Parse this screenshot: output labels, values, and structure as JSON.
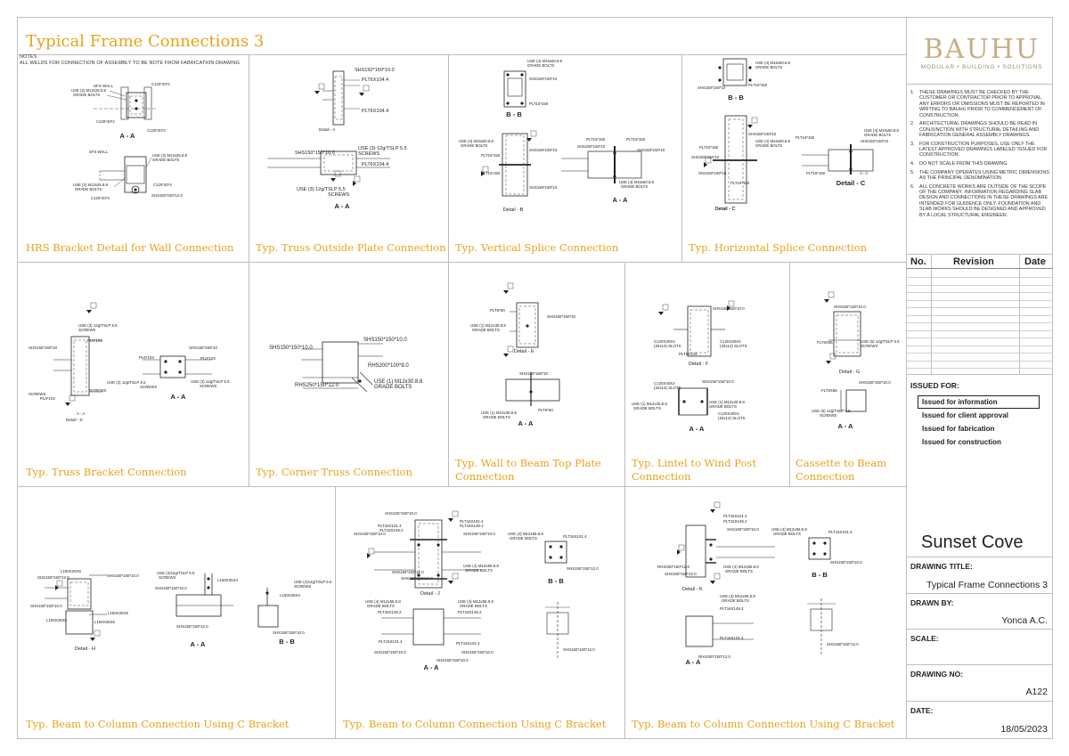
{
  "page_title": "Typical Frame Connections 3",
  "notes": {
    "heading": "NOTES",
    "text": "ALL WELDS FOR CONNECTION OF ASSEMBLY TO BE NOTE FROM FABRICATION DRAWING"
  },
  "panels": [
    {
      "caption": "HRS Bracket Detail for Wall Connection"
    },
    {
      "caption": "Typ. Truss Outside Plate Connection"
    },
    {
      "caption": "Typ. Vertical Splice Connection"
    },
    {
      "caption": "Typ. Horizontal Splice Connection"
    },
    {
      "caption": "Typ. Truss Bracket Connection"
    },
    {
      "caption": "Typ. Corner Truss Connection"
    },
    {
      "caption": "Typ. Wall to Beam Top Plate Connection"
    },
    {
      "caption": "Typ. Lintel to Wind Post Connection"
    },
    {
      "caption": "Cassette to Beam Connection"
    },
    {
      "caption": "Typ. Beam to Column Connection Using C Bracket"
    },
    {
      "caption": "Typ. Beam to Column Connection Using C Bracket"
    },
    {
      "caption": "Typ. Beam to Column Connection Using C Bracket"
    }
  ],
  "drawing_labels": {
    "p1": [
      "SFS WALL",
      "USE (2) M12x25.8.8",
      "GRADE BOLTS",
      "C120*40*4",
      "C120*40*4",
      "C120*40*4",
      "A - A",
      "SFS WALL",
      "USE (2) M12x25.8.8",
      "GRADE BOLTS",
      "USE (2) M12x25.8.8",
      "GRADE BOLTS",
      "C120*40*4",
      "C120*40*4",
      "SHS150*150*12.0"
    ],
    "p2": [
      "SHS150*150*10.0",
      "PLT6X104.4",
      "PLT6X104.4",
      "Detail - A",
      "USE (3) 12g/TSLP 5.5",
      "SCREWS",
      "SHS150*150*10.0",
      "PLT6X104.4",
      "USE (3) 12g/TSLP 5.5",
      "SCREWS",
      "A - A"
    ],
    "p3": [
      "USE (4) M16x60.8.8",
      "GRADE BOLTS",
      "SHS150*150*10",
      "PLT16*150",
      "B - B",
      "USE (4) M16x60.8.8",
      "GRADE BOLTS",
      "PLT16*150",
      "SHS150*150*10",
      "PLT16*150",
      "SHS150*150*10",
      "PLT16*150",
      "SHS150*150*10",
      "PLT16*150",
      "SHS150*150*10",
      "USE (4) M16x60.8.8",
      "GRADE BOLTS",
      "Detail - B",
      "A - A"
    ],
    "p4": [
      "USE (4) M16x60.8.8",
      "GRADE BOLTS",
      "SHS150*150*10",
      "PLT16*150",
      "B - B",
      "SHS150*150*10",
      "USE (4) M16x60.8.8",
      "GRADE BOLTS",
      "SHS150*150*10",
      "PLT16*150",
      "PLT16*150",
      "SHS150*150*10",
      "USE (4) M16x60.8.8",
      "GRADE BOLTS",
      "SHS150*150*10",
      "PLT16*150",
      "PLT16*150",
      "A - A",
      "Detail - C"
    ],
    "p5": [
      "USE (3) 12g/TSLP 5.5",
      "SCREWS",
      "PL6*104",
      "SHS150*150*10",
      "SHS150*150*10",
      "PL6*104",
      "PL6*104",
      "USE (3) 12g/TSLP 5.5",
      "SCREWS",
      "USE (3) 12g/TSLP 5.5",
      "SCREWS",
      "PL6*104",
      "USE (3) 12g/TSLP 5.5",
      "SCREWS",
      "A - A",
      "Detail - D"
    ],
    "p6": [
      "SHS150*150*10.0",
      "SHS150*150*10.0",
      "RHS200*100*8.0",
      "USE (1) M12x30.8.8",
      "GRADE BOLTS",
      "RHS250*150*12.0"
    ],
    "p7": [
      "PLT6*60",
      "SHS150*150*10",
      "USE (1) M12x30.8.8",
      "GRADE BOLTS",
      "Detail - E",
      "SHS150*150*10",
      "USE (1) M12x30.8.8",
      "GRADE BOLTS",
      "PLT6*60",
      "A - A"
    ],
    "p8": [
      "SHS150*150*10.0",
      "C120X40X4",
      "(32x14) SLOTS",
      "C120X40X4",
      "(32x14) SLOTS",
      "PLT6X144",
      "Detail - F",
      "C120X40X4",
      "(32x14) SLOTS",
      "SHS150*150*10.0",
      "USE (1) M12x25.8.8",
      "GRADE BOLTS",
      "USE (1) M12x25.8.8",
      "GRADE BOLTS",
      "C120X40X4",
      "(32x14) SLOTS",
      "A - A"
    ],
    "p9": [
      "SHS150*150*10.0",
      "FLT6X55",
      "USE (5) 12g/TSLP 5.5",
      "SCREWS",
      "Detail - G",
      "FLT6X55",
      "SHS150*150*10.0",
      "USE (5) 12g/TSLP 5.5",
      "SCREWS",
      "A - A"
    ],
    "p10": [
      "L150X25X6",
      "SHS150*150*12.0",
      "SHS150*150*10.0",
      "SHS150*150*10.0",
      "L150X25X6",
      "L150X25X6",
      "L150X25X6",
      "Detail - H",
      "USE (4)12g/TSLP 5.5",
      "SCREWS",
      "SHS150*150*10.0",
      "L150X25X4",
      "SHS150*150*12.0",
      "A - A",
      "USE (4)12g/TSLP 5.5",
      "SCREWS",
      "L150X25X4",
      "SHS150*150*10.0",
      "B - B"
    ],
    "p11": [
      "SHS150*150*10.0",
      "PLT16X101.4",
      "PLT16X149.2",
      "SHS150*150*10.0",
      "PLT16X101.4",
      "PLT16X149.2",
      "SHS150*150*10.0",
      "SHS150*150*12.0",
      "SHS150*150*10.0",
      "USE (4) M12x55.8.8",
      "GRADE BOLTS",
      "Detail - J",
      "USE (4) M12x55.8.8",
      "GRADE BOLTS",
      "PLT16X149.2",
      "USE (4) M12x55.8.8",
      "GRADE BOLTS",
      "PLT16X149.2",
      "PLT16X101.4",
      "SHS150*150*10.0",
      "PLT16X101.4",
      "SHS150*150*10.0",
      "SHS150*150*10.0",
      "A - A",
      "USE (4) M12x55.8.8",
      "GRADE BOLTS",
      "PLT16X101.4",
      "SHS150*150*12.0",
      "B - B",
      "SHS150*150*12.0"
    ],
    "p12": [
      "PLT16X101.4",
      "PLT16X149.2",
      "SHS150*150*10.0",
      "RHS250*150*12.0",
      "SHS150*150*12.0",
      "USE (4) M12x55.8.8",
      "GRADE BOLTS",
      "Detail - K",
      "USE (4) M12x55.8.8",
      "GRADE BOLTS",
      "PLT16X149.2",
      "PLT16X101.4",
      "RHS200*150*12.0",
      "A - A",
      "USE (4) M12x55.8.8",
      "GRADE BOLTS",
      "PLT16X101.4",
      "SHS150*150*10.0",
      "B - B",
      "SHS150*150*12.0"
    ]
  },
  "title_block": {
    "logo": "BAUHU",
    "logo_sub": "MODULAR • BUILDING • SOLUTIONS",
    "notes": [
      {
        "num": "1.",
        "text": "THESE DRAWINGS MUST BE CHECKED BY THE CUSTOMER OR CONTRACTOR PRIOR TO APPROVAL. ANY ERRORS OR OMISSIONS MUST BE REPORTED IN WRITING TO BAUHU PRIOR TO COMMENCEMENT OF CONSTRUCTION."
      },
      {
        "num": "2.",
        "text": "ARCHITECTURAL DRAWINGS SHOULD BE READ IN CONJUNCTION WITH STRUCTURAL DETAILING AND FABRICATION GENERAL ASSEMBLY DRAWINGS."
      },
      {
        "num": "3.",
        "text": "FOR CONSTRUCTION PURPOSES, USE ONLY THE LATEST APPROVED DRAWINGS LABELED 'ISSUED FOR CONSTRUCTION'."
      },
      {
        "num": "4.",
        "text": "DO NOT SCALE FROM THIS DRAWING."
      },
      {
        "num": "5.",
        "text": "THE COMPANY OPERATES USING METRIC DIMENSIONS AS THE PRINCIPAL DENOMINATION."
      },
      {
        "num": "6.",
        "text": "ALL CONCRETE WORKS ARE OUTSIDE OF THE SCOPE OF THE COMPANY. INFORMATION REGARDING SLAB DESIGN AND CONNECTIONS IN THESE DRAWINGS ARE INTENDED FOR GUIDENCE ONLY. FOUNDATION AND SLAB WORKS SHOULD BE DESIGNED AND APPROVED BY A LOCAL STRUCTURAL ENGINEER."
      }
    ],
    "revision_headers": {
      "no": "No.",
      "revision": "Revision",
      "date": "Date"
    },
    "issued_for": {
      "title": "ISSUED FOR:",
      "options": [
        "Issued for information",
        "Issued for client approval",
        "Issued for fabrication",
        "Issued for construction"
      ],
      "selected": "Issued for information"
    },
    "project_name": "Sunset Cove",
    "drawing_title_label": "DRAWING TITLE:",
    "drawing_title": "Typical Frame Connections 3",
    "drawn_by_label": "DRAWN BY:",
    "drawn_by": "Yonca A.C.",
    "scale_label": "SCALE:",
    "scale": "",
    "drawing_no_label": "DRAWING NO:",
    "drawing_no": "A122",
    "date_label": "DATE:",
    "date": "18/05/2023"
  },
  "colors": {
    "accent": "#e8a21a",
    "logo": "#c9ad86",
    "grid": "#bdbdbd",
    "ink": "#222222"
  }
}
